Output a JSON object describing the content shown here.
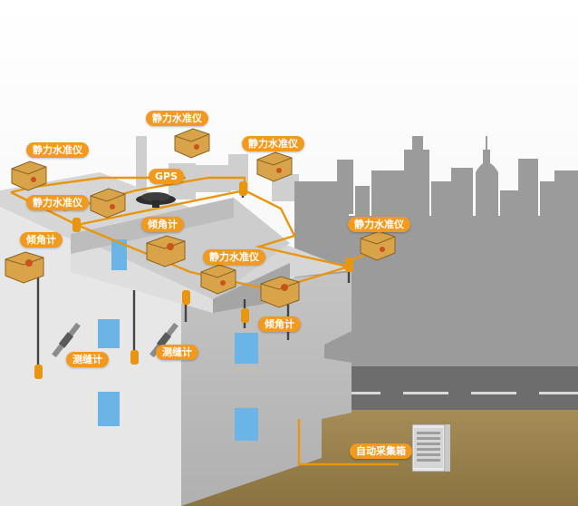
{
  "labels": {
    "level_top": "静力水准仪",
    "level_upper_right": "静力水准仪",
    "level_left_top": "静力水准仪",
    "level_left_mid": "静力水准仪",
    "level_right": "静力水准仪",
    "level_center": "静力水准仪",
    "gps": "GPS",
    "tilt_center": "倾角计",
    "tilt_left": "倾角计",
    "tilt_right": "倾角计",
    "crack_left": "测缝计",
    "crack_center": "测缝计",
    "cabinet": "自动采集箱"
  },
  "colors": {
    "label_bg": "#f29a1f",
    "cable": "#e8960f",
    "sensor_body": "#d9a34a"
  }
}
